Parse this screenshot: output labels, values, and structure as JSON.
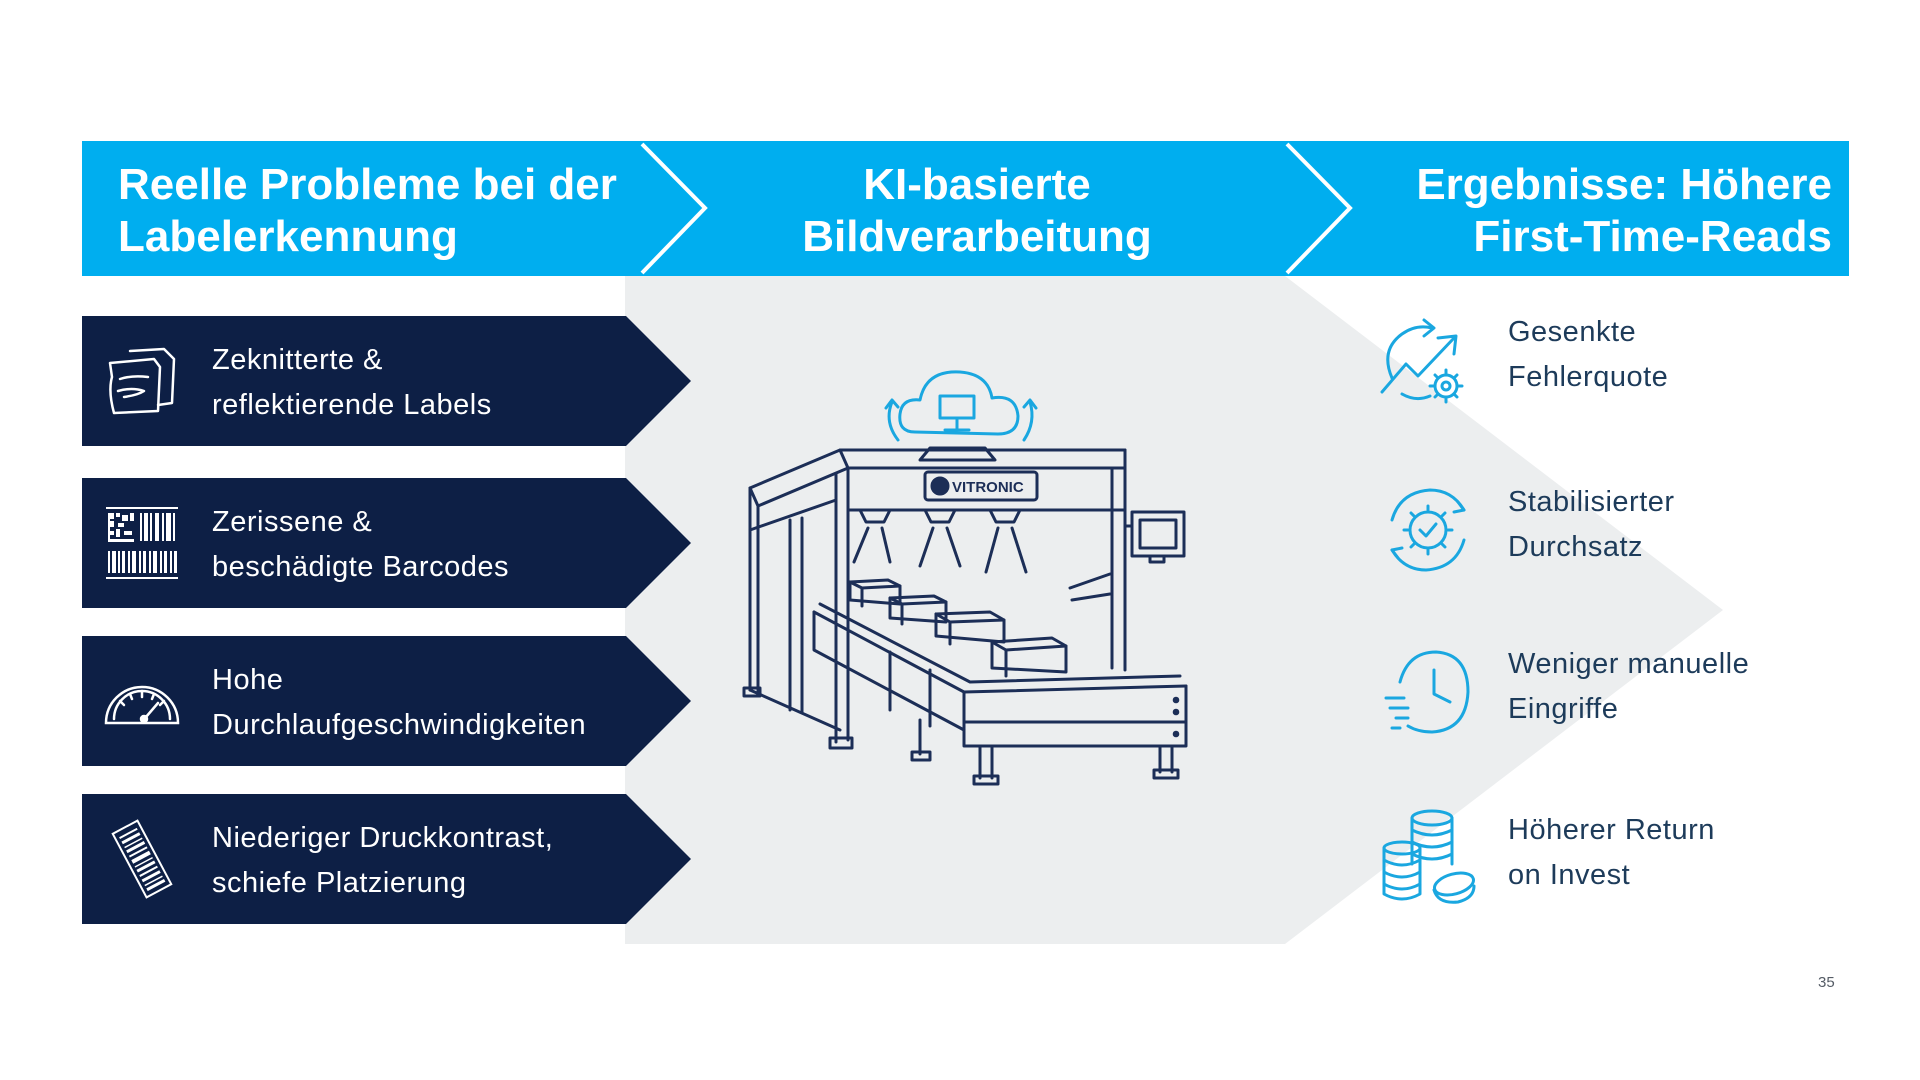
{
  "header": {
    "col1_title": "Reelle Probleme bei der Labelerkennung",
    "col2_title": "KI-basierte Bildverarbeitung",
    "col3_title": "Ergebnisse: Höhere First-Time-Reads"
  },
  "problems": [
    {
      "line1": "Zeknitterte &",
      "line2": "reflektierende Labels",
      "icon": "crumpled-paper-icon"
    },
    {
      "line1": "Zerissene &",
      "line2": "beschädigte Barcodes",
      "icon": "barcode-datamatrix-icon"
    },
    {
      "line1": "Hohe",
      "line2": "Durchlaufgeschwindigkeiten",
      "icon": "speedometer-icon"
    },
    {
      "line1": "Niederiger Druckkontrast,",
      "line2": "schiefe Platzierung",
      "icon": "tilted-barcode-icon"
    }
  ],
  "machine": {
    "brand": "VITRONIC",
    "icon": "conveyor-scanner-tunnel-icon",
    "cloud_icon": "cloud-monitor-icon"
  },
  "results": [
    {
      "line1": "Gesenkte",
      "line2": "Fehlerquote",
      "icon": "trend-arrow-gear-icon"
    },
    {
      "line1": "Stabilisierter",
      "line2": "Durchsatz",
      "icon": "gear-check-icon"
    },
    {
      "line1": "Weniger manuelle",
      "line2": "Eingriffe",
      "icon": "fast-clock-icon"
    },
    {
      "line1": "Höherer Return",
      "line2": "on Invest",
      "icon": "coin-stack-icon"
    }
  ],
  "page_number": "35",
  "colors": {
    "header_blue": "#00aeef",
    "navy": "#0d1f45",
    "light_gray": "#eceeef",
    "icon_blue": "#1aa7e0",
    "text_dark": "#1d3b5a"
  }
}
